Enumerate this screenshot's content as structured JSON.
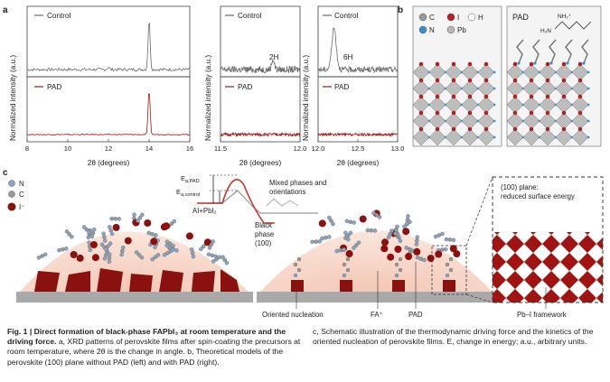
{
  "panel_labels": {
    "a": "a",
    "b": "b",
    "c": "c"
  },
  "chart_data": [
    {
      "type": "line",
      "panel": "a-left",
      "ylabel": "Normalized intensity (a.u.)",
      "xlabel": "2θ (degrees)",
      "xlim": [
        8,
        16
      ],
      "xticks": [
        "8",
        "10",
        "12",
        "14",
        "16"
      ],
      "series": [
        {
          "name": "Control",
          "color": "#6b6b6b",
          "peaks": [
            {
              "x": 14.0,
              "height": 0.88
            },
            {
              "x": 12.0,
              "height": 0.04
            }
          ]
        },
        {
          "name": "PAD",
          "color": "#9b1c1c",
          "peaks": [
            {
              "x": 14.0,
              "height": 0.86
            }
          ]
        }
      ]
    },
    {
      "type": "line",
      "panel": "a-middle",
      "ylabel": "Normalized intensity (a.u.)",
      "xlabel": "2θ (degrees)",
      "xlim": [
        11.5,
        12.0
      ],
      "xticks": [
        "11.5",
        "12.0"
      ],
      "annotation": "2H",
      "series": [
        {
          "name": "Control",
          "color": "#6b6b6b",
          "peaks": [
            {
              "x": 11.83,
              "height": 0.18
            }
          ]
        },
        {
          "name": "PAD",
          "color": "#9b1c1c",
          "peaks": []
        }
      ]
    },
    {
      "type": "line",
      "panel": "a-right",
      "ylabel": "Normalized intensity (a.u.)",
      "xlabel": "2θ (degrees)",
      "xlim": [
        12.0,
        13.0
      ],
      "xticks": [
        "12.0",
        "12.5",
        "13.0"
      ],
      "annotation": "6H",
      "series": [
        {
          "name": "Control",
          "color": "#6b6b6b",
          "peaks": [
            {
              "x": 12.2,
              "height": 0.72
            }
          ]
        },
        {
          "name": "PAD",
          "color": "#9b1c1c",
          "peaks": []
        }
      ]
    }
  ],
  "panel_b": {
    "legend": [
      {
        "symbol": "C",
        "color": "#9a9a9a"
      },
      {
        "symbol": "I",
        "color": "#b22222"
      },
      {
        "symbol": "H",
        "color": "#ffffff"
      },
      {
        "symbol": "N",
        "color": "#3b8fd0"
      },
      {
        "symbol": "Pb",
        "color": "#b8b8b8"
      }
    ],
    "right_label": "PAD",
    "molecule_nh2plus": "NH₂⁺",
    "molecule_h2n": "H₂N"
  },
  "panel_c": {
    "legend": [
      {
        "symbol": "N",
        "color": "#8aa4c8"
      },
      {
        "symbol": "C",
        "color": "#9a9a9a"
      },
      {
        "symbol": "I⁻",
        "color": "#8b1010"
      }
    ],
    "energy_high": "E",
    "energy_high_sub": "a,PAD",
    "energy_low": "E",
    "energy_low_sub": "a,control",
    "reactant": "AI+PbI₂",
    "mixed_phases": "Mixed phases and orientations",
    "black_phase": "Black phase (100)",
    "oriented_nucleation": "Oriented nucleation",
    "fa_label": "FA⁺",
    "pad_label": "PAD",
    "plane_label": "(100) plane: reduced surface energy",
    "framework_label": "Pb–I framework"
  },
  "caption": {
    "fig_num": "Fig. 1 | ",
    "left_bold": "Direct formation of black-phase FAPbI₃ at room temperature and the driving force.",
    "left_rest": " a, XRD patterns of perovskite films after spin-coating the precursors at room temperature, where 2θ is the change in angle. b, Theoretical models of the perovskite (100) plane without PAD (left) and with PAD (right).",
    "right": "c, Schematic illustration of the thermodynamic driving force and the kinetics of the oriented nucleation of perovskite films. E, change in energy; a.u., arbitrary units."
  }
}
